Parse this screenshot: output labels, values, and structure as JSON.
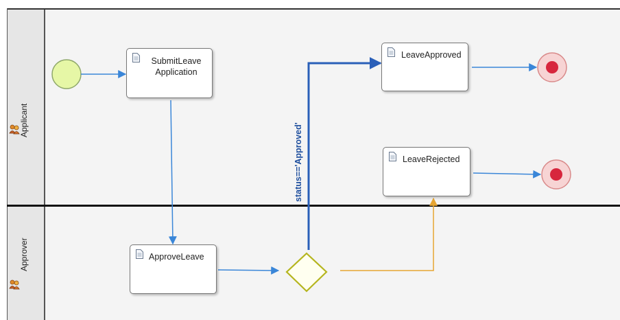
{
  "lanes": {
    "applicant": "Applicant",
    "approver": "Approver"
  },
  "tasks": {
    "submit_leave": {
      "line1": "SubmitLeave",
      "line2": "Application"
    },
    "leave_approved": "LeaveApproved",
    "leave_rejected": "LeaveRejected",
    "approve_leave": "ApproveLeave"
  },
  "flows": {
    "approved_condition": "status=='Approved'"
  },
  "colors": {
    "start_event_fill": "#e6f7a6",
    "end_event_fill": "#d7263d",
    "gateway_stroke": "#b5b51e",
    "default_flow": "#3a86d8",
    "approved_flow": "#2a5fb8",
    "rejected_flow": "#e6a532",
    "lane_header": "#e6e6e6",
    "pool_background": "#f4f4f4"
  },
  "icons": {
    "lane": "people-icon",
    "task": "document-icon"
  }
}
